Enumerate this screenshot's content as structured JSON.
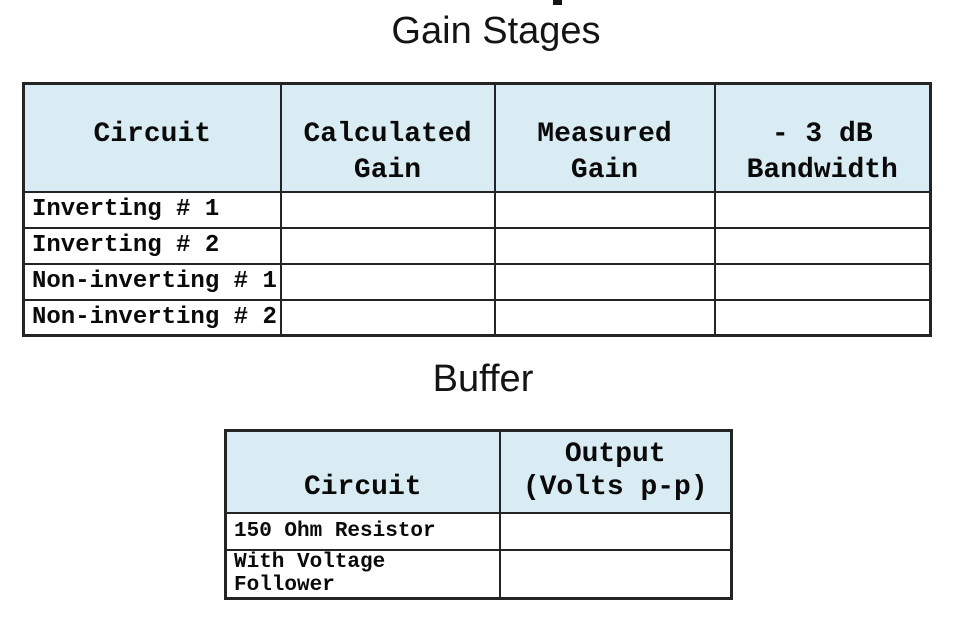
{
  "colors": {
    "page_bg": "#ffffff",
    "header_fill": "#daecf3",
    "border_color": "#242424",
    "text_color": "#141414"
  },
  "gain_section": {
    "title": "Gain Stages",
    "table": {
      "header": {
        "circuit": {
          "line1": "Circuit",
          "line2": ""
        },
        "calculated": {
          "line1": "Calculated",
          "line2": "Gain"
        },
        "measured": {
          "line1": "Measured",
          "line2": "Gain"
        },
        "bandwidth": {
          "line1": "- 3 dB",
          "line2": "Bandwidth"
        }
      },
      "rows": [
        {
          "circuit": "Inverting # 1",
          "calculated_gain": "",
          "measured_gain": "",
          "bandwidth": ""
        },
        {
          "circuit": "Inverting # 2",
          "calculated_gain": "",
          "measured_gain": "",
          "bandwidth": ""
        },
        {
          "circuit": "Non-inverting # 1",
          "calculated_gain": "",
          "measured_gain": "",
          "bandwidth": ""
        },
        {
          "circuit": "Non-inverting # 2",
          "calculated_gain": "",
          "measured_gain": "",
          "bandwidth": ""
        }
      ]
    }
  },
  "buffer_section": {
    "title": "Buffer",
    "table": {
      "header": {
        "circuit": {
          "line1": "",
          "line2": "Circuit"
        },
        "output": {
          "line1": "Output",
          "line2": "(Volts p-p)"
        }
      },
      "rows": [
        {
          "circuit": "150 Ohm Resistor",
          "output": ""
        },
        {
          "circuit": "With Voltage Follower",
          "output": ""
        }
      ]
    }
  }
}
